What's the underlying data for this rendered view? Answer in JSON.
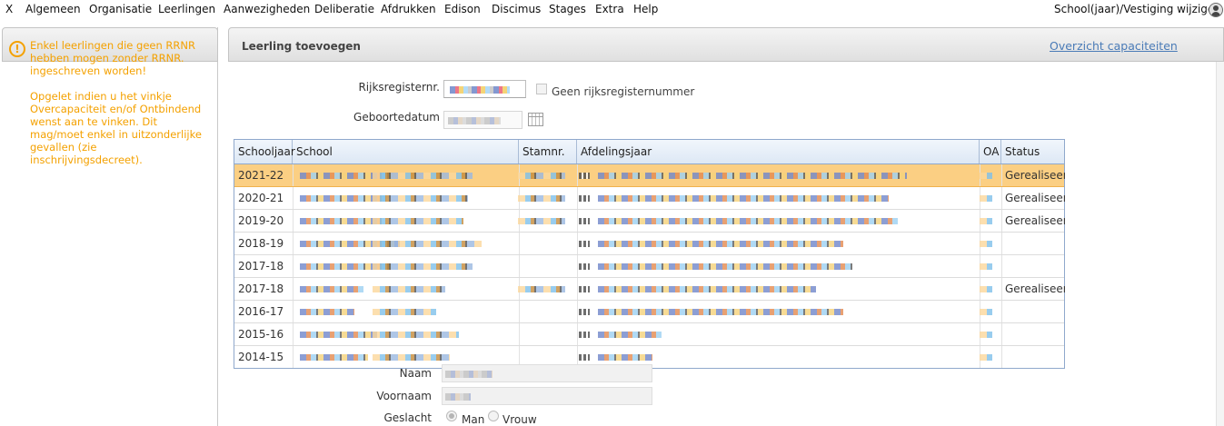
{
  "menu": {
    "items": [
      {
        "key": "close",
        "label": "X"
      },
      {
        "key": "algemeen",
        "label": "Algemeen"
      },
      {
        "key": "organisatie",
        "label": "Organisatie"
      },
      {
        "key": "leerlingen",
        "label": "Leerlingen"
      },
      {
        "key": "aanwezigheden",
        "label": "Aanwezigheden"
      },
      {
        "key": "deliberatie",
        "label": "Deliberatie"
      },
      {
        "key": "afdrukken",
        "label": "Afdrukken"
      },
      {
        "key": "edison",
        "label": "Edison"
      },
      {
        "key": "discimus",
        "label": "Discimus"
      },
      {
        "key": "stages",
        "label": "Stages"
      },
      {
        "key": "extra",
        "label": "Extra"
      },
      {
        "key": "help",
        "label": "Help"
      }
    ],
    "switch_label": "School(jaar)/Vestiging wijzigen",
    "user_icon": "user-circle-icon"
  },
  "sidebar": {
    "warning_icon": "exclamation-circle-icon",
    "warning_color": "#f4a100",
    "warning_1": "Enkel leerlingen die geen RRNR hebben mogen zonder RRNR. ingeschreven worden!",
    "warning_2": "Opgelet indien u het vinkje Overcapaciteit en/of Ontbindend wenst aan te vinken. Dit mag/moet enkel in uitzonderlijke gevallen (zie inschrijvingsdecreet)."
  },
  "main": {
    "title": "Leerling toevoegen",
    "capacity_link": "Overzicht capaciteiten",
    "rrn_label": "Rijksregisternr.",
    "no_rrn_label": "Geen rijksregisternummer",
    "dob_label": "Geboortedatum",
    "calendar_icon": "calendar-icon"
  },
  "grid": {
    "columns": [
      "Schooljaar",
      "School",
      "Stamnr.",
      "Afdelingsjaar",
      "OA",
      "Status"
    ],
    "selected_color": "#fbcf83",
    "rows": [
      {
        "year": "2021-22",
        "status": "Gerealiseerd",
        "selected": true
      },
      {
        "year": "2020-21",
        "status": "Gerealiseerd",
        "selected": false
      },
      {
        "year": "2019-20",
        "status": "Gerealiseerd",
        "selected": false
      },
      {
        "year": "2018-19",
        "status": "",
        "selected": false
      },
      {
        "year": "2017-18",
        "status": "",
        "selected": false
      },
      {
        "year": "2017-18",
        "status": "Gerealiseerd",
        "selected": false
      },
      {
        "year": "2016-17",
        "status": "",
        "selected": false
      },
      {
        "year": "2015-16",
        "status": "",
        "selected": false
      },
      {
        "year": "2014-15",
        "status": "",
        "selected": false
      }
    ]
  },
  "person": {
    "naam_label": "Naam",
    "voornaam_label": "Voornaam",
    "geslacht_label": "Geslacht",
    "gender_options": [
      "Man",
      "Vrouw"
    ],
    "gender_selected": "Man"
  }
}
